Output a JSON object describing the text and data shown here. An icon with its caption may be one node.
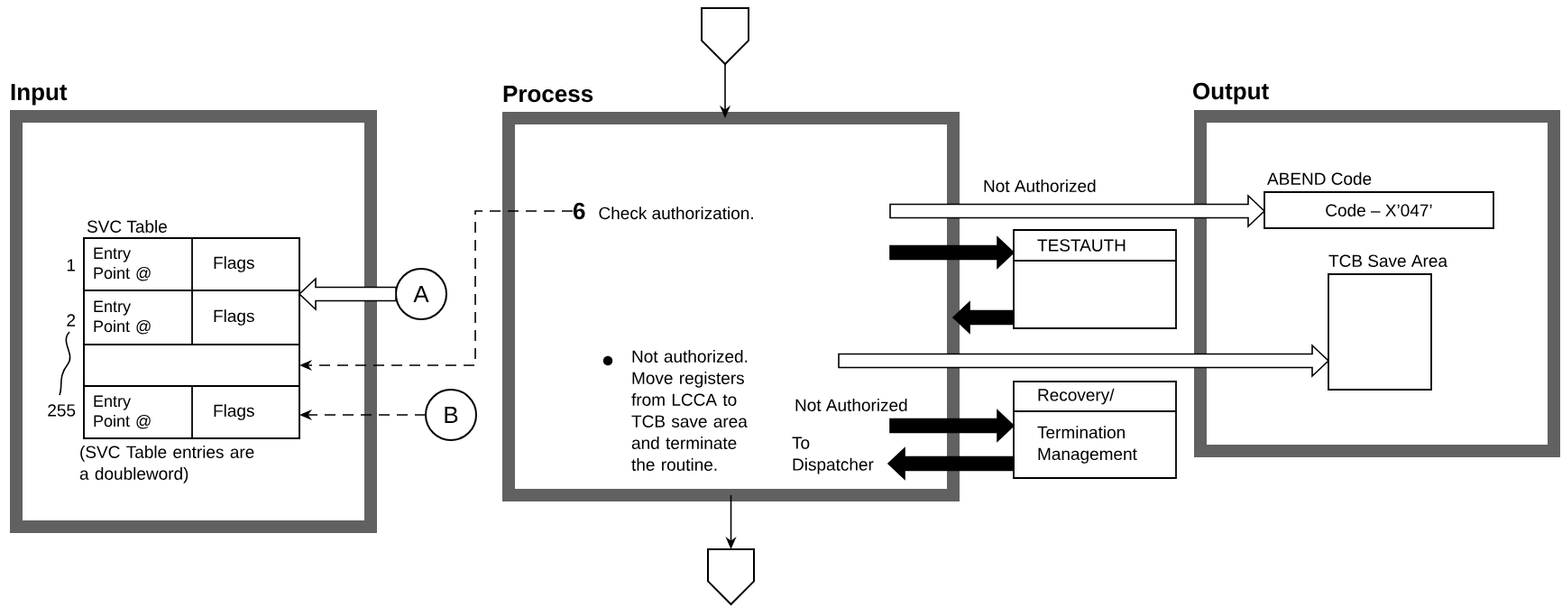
{
  "diagram": {
    "nodes": [
      {
        "text": [
          "Input"
        ]
      },
      {
        "text": [
          "SVC Table"
        ],
        "in": 0,
        "beside": [
          "(SVC Table entries are a doubleword)"
        ]
      },
      {
        "text": [
          "Entry Point @",
          "Flags"
        ],
        "in": 1,
        "beside": [
          "1"
        ]
      },
      {
        "text": [
          "Entry Point @",
          "Flags"
        ],
        "in": 1,
        "beside": [
          "2"
        ]
      },
      {
        "text": [],
        "shape": "box",
        "in": 1
      },
      {
        "text": [
          "Entry Point @",
          "Flags"
        ],
        "in": 1,
        "beside": [
          "255"
        ]
      },
      {
        "text": [
          "A"
        ]
      },
      {
        "text": [
          "B"
        ]
      },
      {
        "text": [
          "Process"
        ]
      },
      {
        "text": [
          "6",
          "Check authorization."
        ],
        "in": 8
      },
      {
        "text": [
          "Not authorized.  Move registers from LCCA to TCB save area and terminate the routine."
        ],
        "in": 8
      },
      {
        "text": [],
        "shape": "pentagon"
      },
      {
        "text": [],
        "shape": "pentagon"
      },
      {
        "text": [
          "TESTAUTH"
        ]
      },
      {
        "text": [
          "Recovery/",
          "Termination Management"
        ]
      },
      {
        "text": [
          "Output"
        ]
      },
      {
        "text": [
          "ABEND Code",
          "Code – X’047’"
        ],
        "in": 15
      },
      {
        "text": [
          "TCB Save Area"
        ],
        "in": 15
      }
    ],
    "edges": [
      {
        "from": 11,
        "to": 8,
        "arrow": "to"
      },
      {
        "from": 8,
        "to": 12,
        "arrow": "to"
      },
      {
        "from": 8,
        "to": 16,
        "arrow": "to",
        "label": "Not Authorized",
        "style": "thick",
        "color": "#ffffff"
      },
      {
        "from": 8,
        "to": 13,
        "arrow": "to",
        "style": "thick"
      },
      {
        "from": 13,
        "to": 8,
        "arrow": "to",
        "style": "thick"
      },
      {
        "from": 10,
        "to": 17,
        "arrow": "to",
        "style": "thick",
        "color": "#ffffff"
      },
      {
        "from": 8,
        "to": 14,
        "arrow": "to",
        "label": "Not Authorized",
        "style": "thick"
      },
      {
        "from": 14,
        "to": null,
        "arrow": "to",
        "label": "To Dispatcher",
        "style": "thick"
      },
      {
        "from": 9,
        "to": 4,
        "arrow": "to",
        "style": "dashed"
      },
      {
        "from": 6,
        "to": 3,
        "arrow": "to",
        "style": "thick",
        "color": "#ffffff"
      },
      {
        "from": 7,
        "to": 5,
        "arrow": "to",
        "style": "dashed"
      }
    ]
  }
}
